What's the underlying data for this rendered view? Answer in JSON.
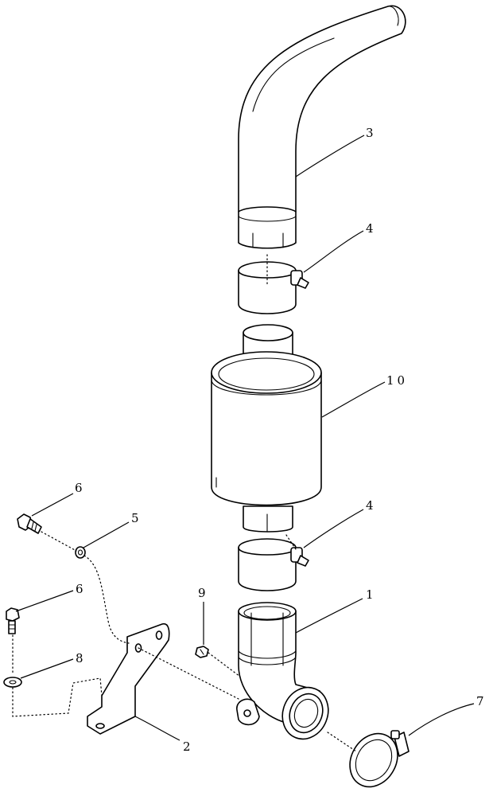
{
  "callouts": {
    "c1": "1",
    "c2": "2",
    "c3": "3",
    "c4a": "4",
    "c4b": "4",
    "c5": "5",
    "c6a": "6",
    "c6b": "6",
    "c7": "7",
    "c8": "8",
    "c9": "9",
    "c10": "10"
  }
}
